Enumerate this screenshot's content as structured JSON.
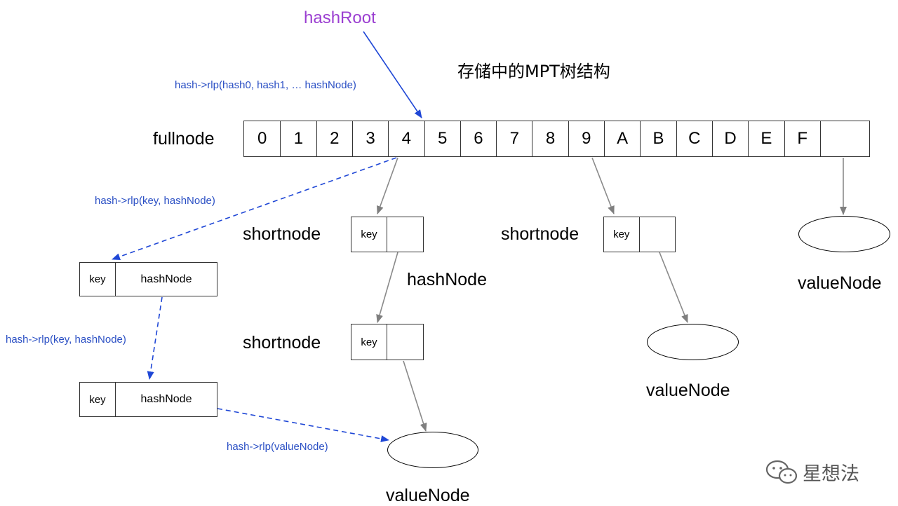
{
  "title": "存储中的MPT树结构",
  "root_label": "hashRoot",
  "fullnode": {
    "label": "fullnode",
    "slots": [
      "0",
      "1",
      "2",
      "3",
      "4",
      "5",
      "6",
      "7",
      "8",
      "9",
      "A",
      "B",
      "C",
      "D",
      "E",
      "F",
      ""
    ]
  },
  "edge_labels": {
    "root": "hash->rlp(hash0, hash1, … hashNode)",
    "to_hash1": "hash->rlp(key, hashNode)",
    "to_hash2": "hash->rlp(key, hashNode)",
    "to_value": "hash->rlp(valueNode)"
  },
  "shortnode_label": "shortnode",
  "key_label": "key",
  "hashnode_label": "hashNode",
  "valuenode_label": "valueNode",
  "watermark": "星想法",
  "colors": {
    "root": "#9b3fd1",
    "hash_edge": "#1f47d6",
    "tree_edge": "#8a8a8a"
  }
}
